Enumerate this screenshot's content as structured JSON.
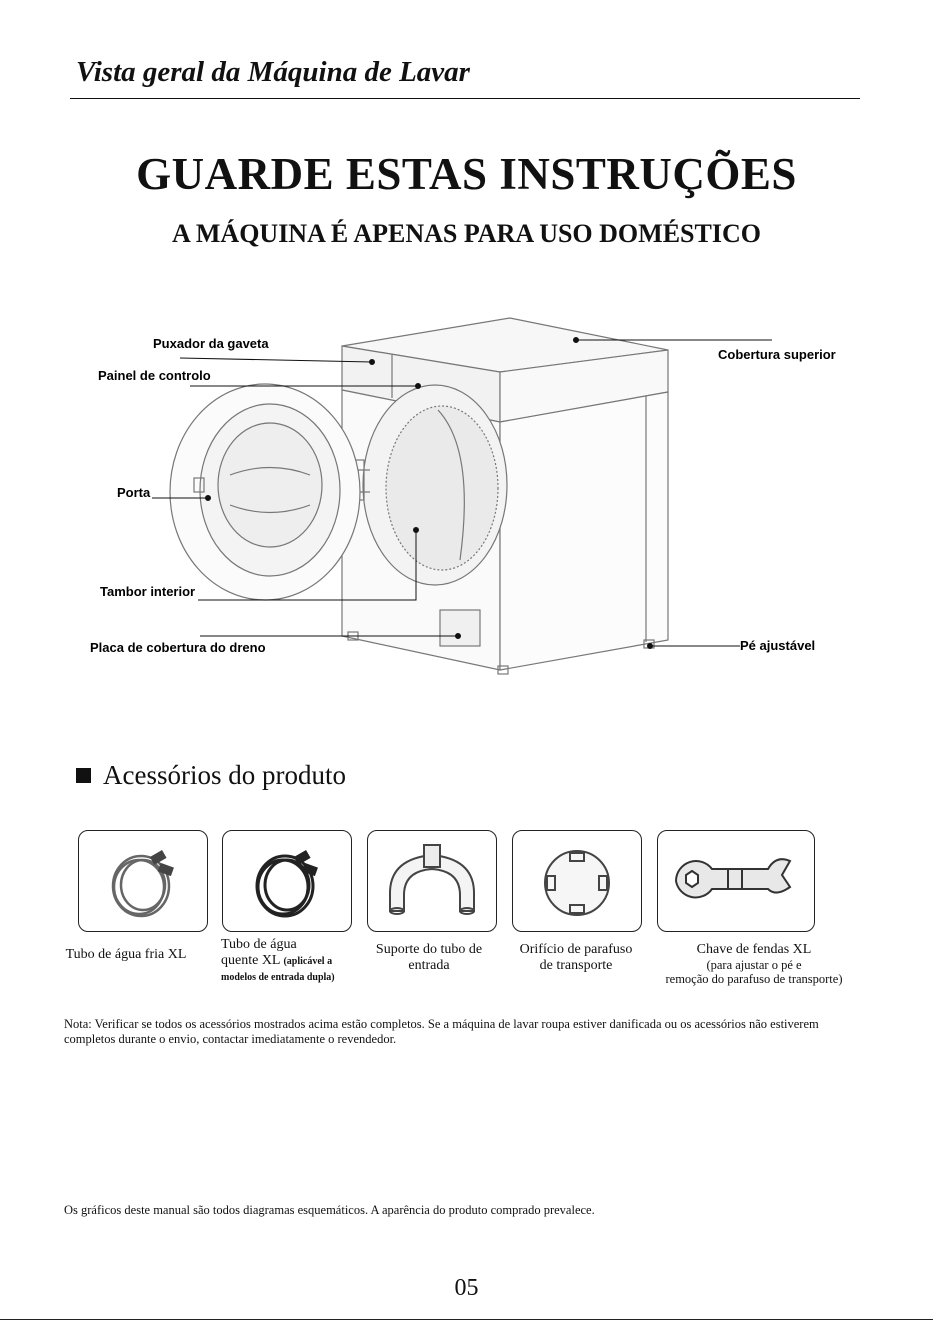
{
  "section_title": "Vista geral da Máquina de Lavar",
  "heading": "GUARDE ESTAS INSTRUÇÕES",
  "subheading": "A MÁQUINA É APENAS PARA USO DOMÉSTICO",
  "diagram": {
    "labels": {
      "drawer_handle": "Puxador da gaveta",
      "control_panel": "Painel de controlo",
      "door": "Porta",
      "inner_drum": "Tambor interior",
      "drain_cover": "Placa de cobertura do dreno",
      "top_cover": "Cobertura superior",
      "adjustable_foot": "Pé ajustável"
    }
  },
  "accessories": {
    "heading": "Acessórios do produto",
    "items": [
      {
        "name": "Tubo de água fria XL"
      },
      {
        "name_line1": "Tubo de água",
        "name_line2": "quente XL",
        "note": "(aplicável a modelos de entrada dupla)"
      },
      {
        "name_line1": "Suporte do tubo de",
        "name_line2": "entrada"
      },
      {
        "name_line1": "Orifício de parafuso",
        "name_line2": "de transporte"
      },
      {
        "name": "Chave de fendas XL",
        "sub_line1": "(para ajustar o pé e",
        "sub_line2": "remoção do parafuso de transporte)"
      }
    ]
  },
  "note": "Nota: Verificar se todos os acessórios mostrados acima estão completos. Se a máquina de lavar roupa estiver danificada ou os acessórios não estiverem completos durante o envio, contactar imediatamente o revendedor.",
  "footer_note": "Os gráficos deste manual são todos diagramas esquemáticos. A aparência do produto comprado prevalece.",
  "page_number": "05"
}
